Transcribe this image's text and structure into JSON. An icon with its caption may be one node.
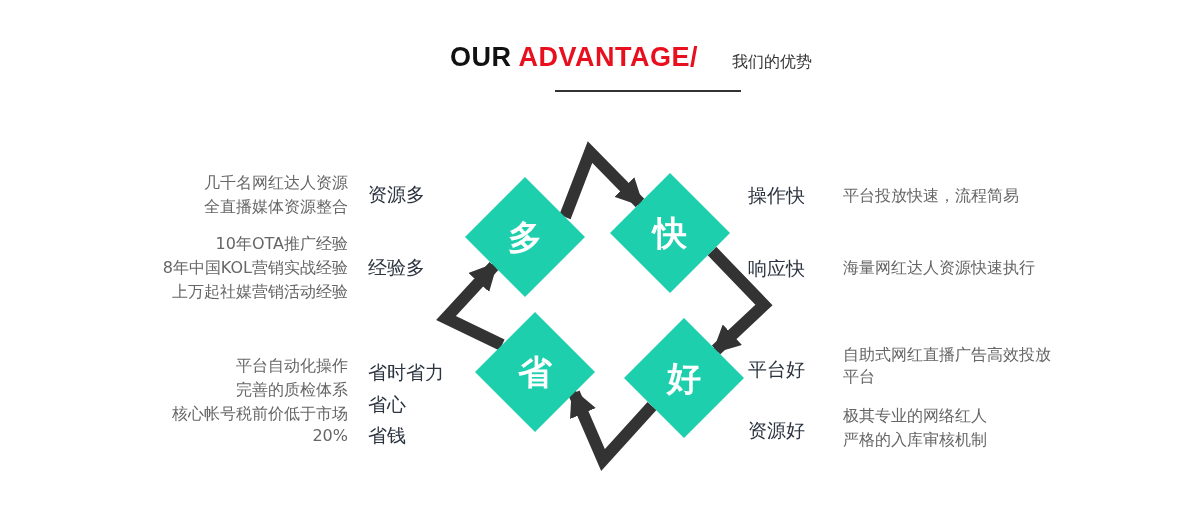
{
  "diagram": {
    "title": "OUR ADVANTAGE/",
    "nodes": [
      {
        "text": [
          "多"
        ],
        "beside": [
          "资源多",
          "几千名网红达人资源",
          "全直播媒体资源整合",
          "经验多",
          "10年OTA推广经验",
          "8年中国KOL营销实战经验",
          "上万起社媒营销活动经验"
        ]
      },
      {
        "text": [
          "快"
        ],
        "beside": [
          "操作快",
          "平台投放快速，流程简易",
          "响应快",
          "海量网红达人资源快速执行"
        ]
      },
      {
        "text": [
          "省"
        ],
        "beside": [
          "省时省力",
          "省心",
          "省钱",
          "平台自动化操作",
          "完善的质检体系",
          "核心帐号税前价低于市场20%"
        ]
      },
      {
        "text": [
          "好"
        ],
        "beside": [
          "平台好",
          "自助式网红直播广告高效投放平台",
          "资源好",
          "极其专业的网络红人",
          "严格的入库审核机制"
        ]
      }
    ],
    "edges": [
      {
        "from": 0,
        "to": 1,
        "arrow": "to"
      },
      {
        "from": 1,
        "to": 3,
        "arrow": "to"
      },
      {
        "from": 3,
        "to": 2,
        "arrow": "to"
      },
      {
        "from": 2,
        "to": 0,
        "arrow": "to"
      }
    ],
    "labels": [
      "我们的优势"
    ]
  }
}
